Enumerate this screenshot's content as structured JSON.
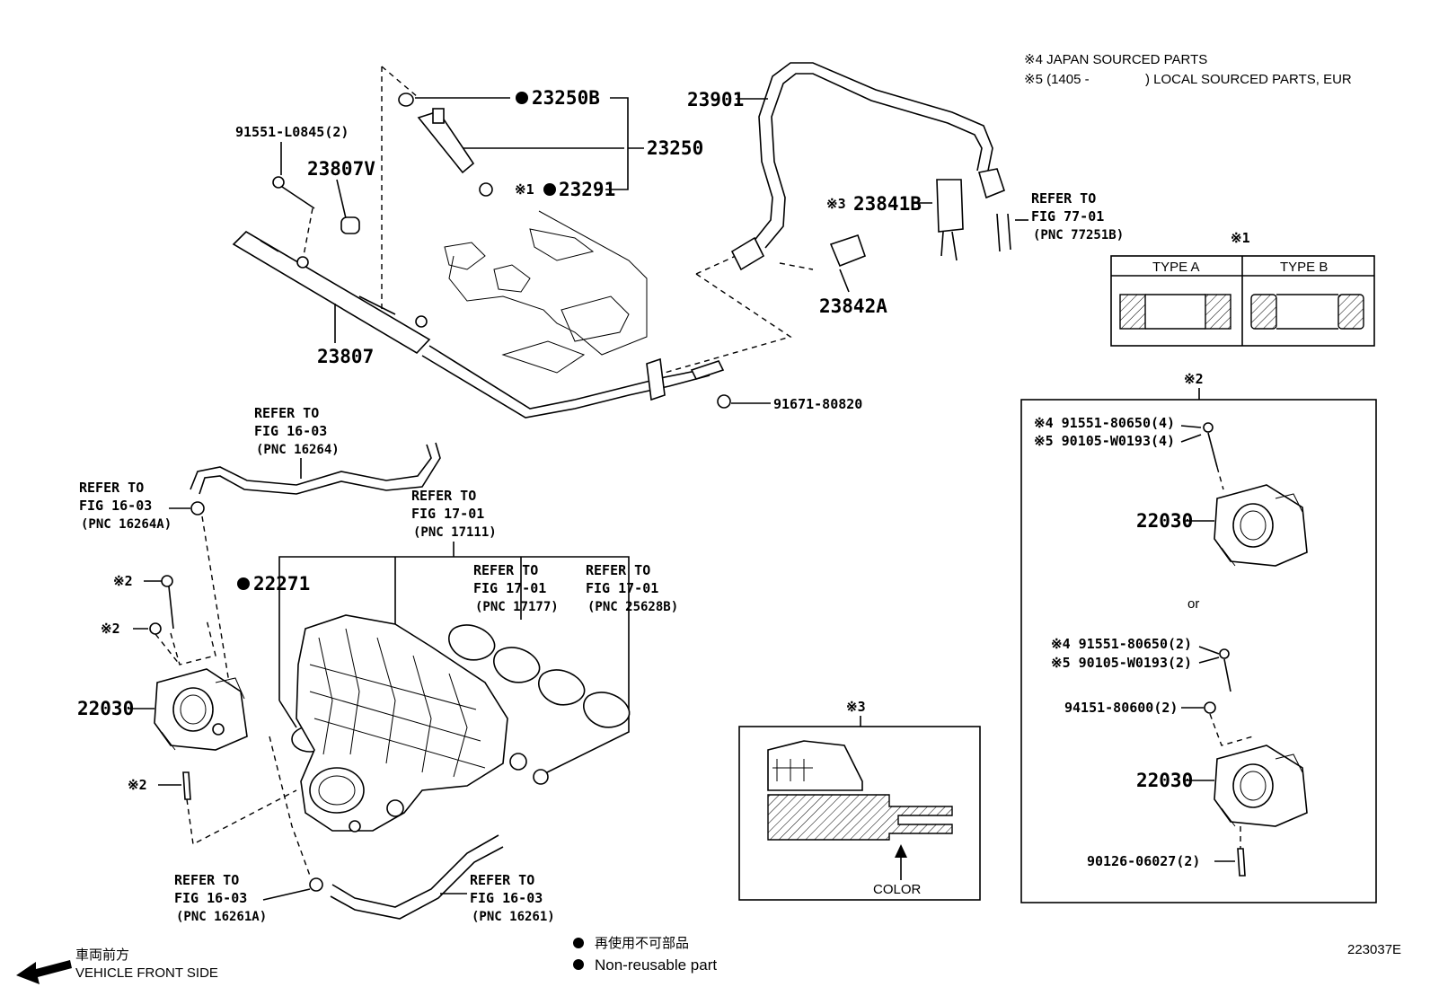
{
  "notes": {
    "note4": "※4 JAPAN SOURCED PARTS",
    "note5_prefix": "※5 (1405 -",
    "note5_suffix": ") LOCAL SOURCED PARTS, EUR"
  },
  "labels": {
    "p23250B": "23250B",
    "p23250": "23250",
    "p23291": "23291",
    "mark1": "※1",
    "p91551_L0845": "91551-L0845(2)",
    "p23807V": "23807V",
    "p23807": "23807",
    "p23901": "23901",
    "mark3": "※3",
    "p23841B": "23841B",
    "p23842A": "23842A",
    "p91671": "91671-80820",
    "p22271": "22271",
    "p22030": "22030",
    "mark2": "※2"
  },
  "refers": {
    "r77": [
      "REFER TO",
      "FIG 77-01",
      "(PNC 77251B)"
    ],
    "r16264": [
      "REFER TO",
      "FIG 16-03",
      "(PNC 16264)"
    ],
    "r16264A": [
      "REFER TO",
      "FIG 16-03",
      "(PNC 16264A)"
    ],
    "r17111": [
      "REFER TO",
      "FIG 17-01",
      "(PNC 17111)"
    ],
    "r17177": [
      "REFER TO",
      "FIG 17-01",
      "(PNC 17177)"
    ],
    "r25628B": [
      "REFER TO",
      "FIG 17-01",
      "(PNC 25628B)"
    ],
    "r16261A": [
      "REFER TO",
      "FIG 16-03",
      "(PNC 16261A)"
    ],
    "r16261": [
      "REFER TO",
      "FIG 16-03",
      "(PNC 16261)"
    ]
  },
  "type_box": {
    "mark": "※1",
    "type_a": "TYPE A",
    "type_b": "TYPE B"
  },
  "color_box": {
    "mark": "※3",
    "color": "COLOR"
  },
  "right_box": {
    "mark": "※2",
    "a1": "※4 91551-80650(4)",
    "a2": "※5 90105-W0193(4)",
    "a3": "22030",
    "or": "or",
    "b1": "※4 91551-80650(2)",
    "b2": "※5 90105-W0193(2)",
    "b3": "94151-80600(2)",
    "b4": "22030",
    "b5": "90126-06027(2)"
  },
  "legend": {
    "jp": "再使用不可部品",
    "en": "Non-reusable part"
  },
  "front": {
    "jp": "車両前方",
    "en": "VEHICLE FRONT SIDE"
  },
  "figure_id": "223037E"
}
